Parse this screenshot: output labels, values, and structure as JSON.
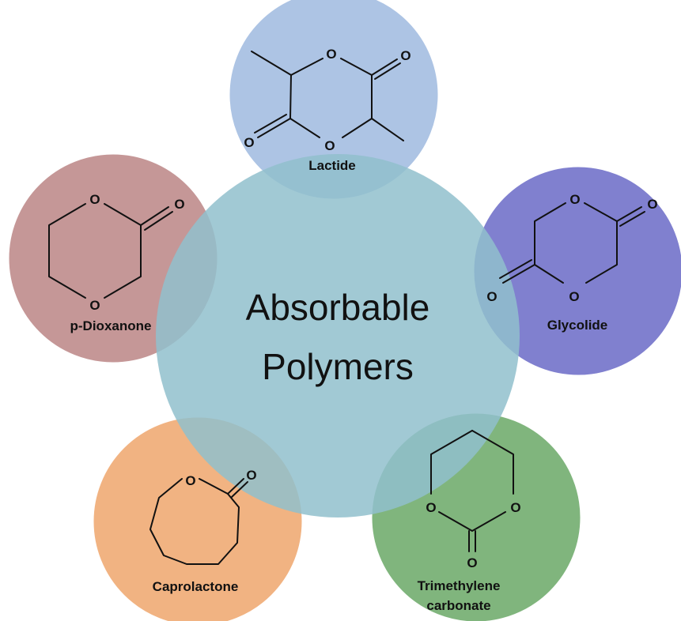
{
  "center": {
    "line1": "Absorbable",
    "line2": "Polymers",
    "color": "#91bfcc"
  },
  "atoms": {
    "oxygen": "O"
  },
  "monomers": [
    {
      "id": "lactide",
      "label": "Lactide",
      "color": "#9fbadf"
    },
    {
      "id": "glycolide",
      "label": "Glycolide",
      "color": "#6a6ac7"
    },
    {
      "id": "trimethylene-carbonate",
      "label_line1": "Trimethylene",
      "label_line2": "carbonate",
      "color": "#6aa866"
    },
    {
      "id": "caprolactone",
      "label": "Caprolactone",
      "color": "#eea66c"
    },
    {
      "id": "p-dioxanone",
      "label": "p-Dioxanone",
      "color": "#bb8585"
    }
  ]
}
